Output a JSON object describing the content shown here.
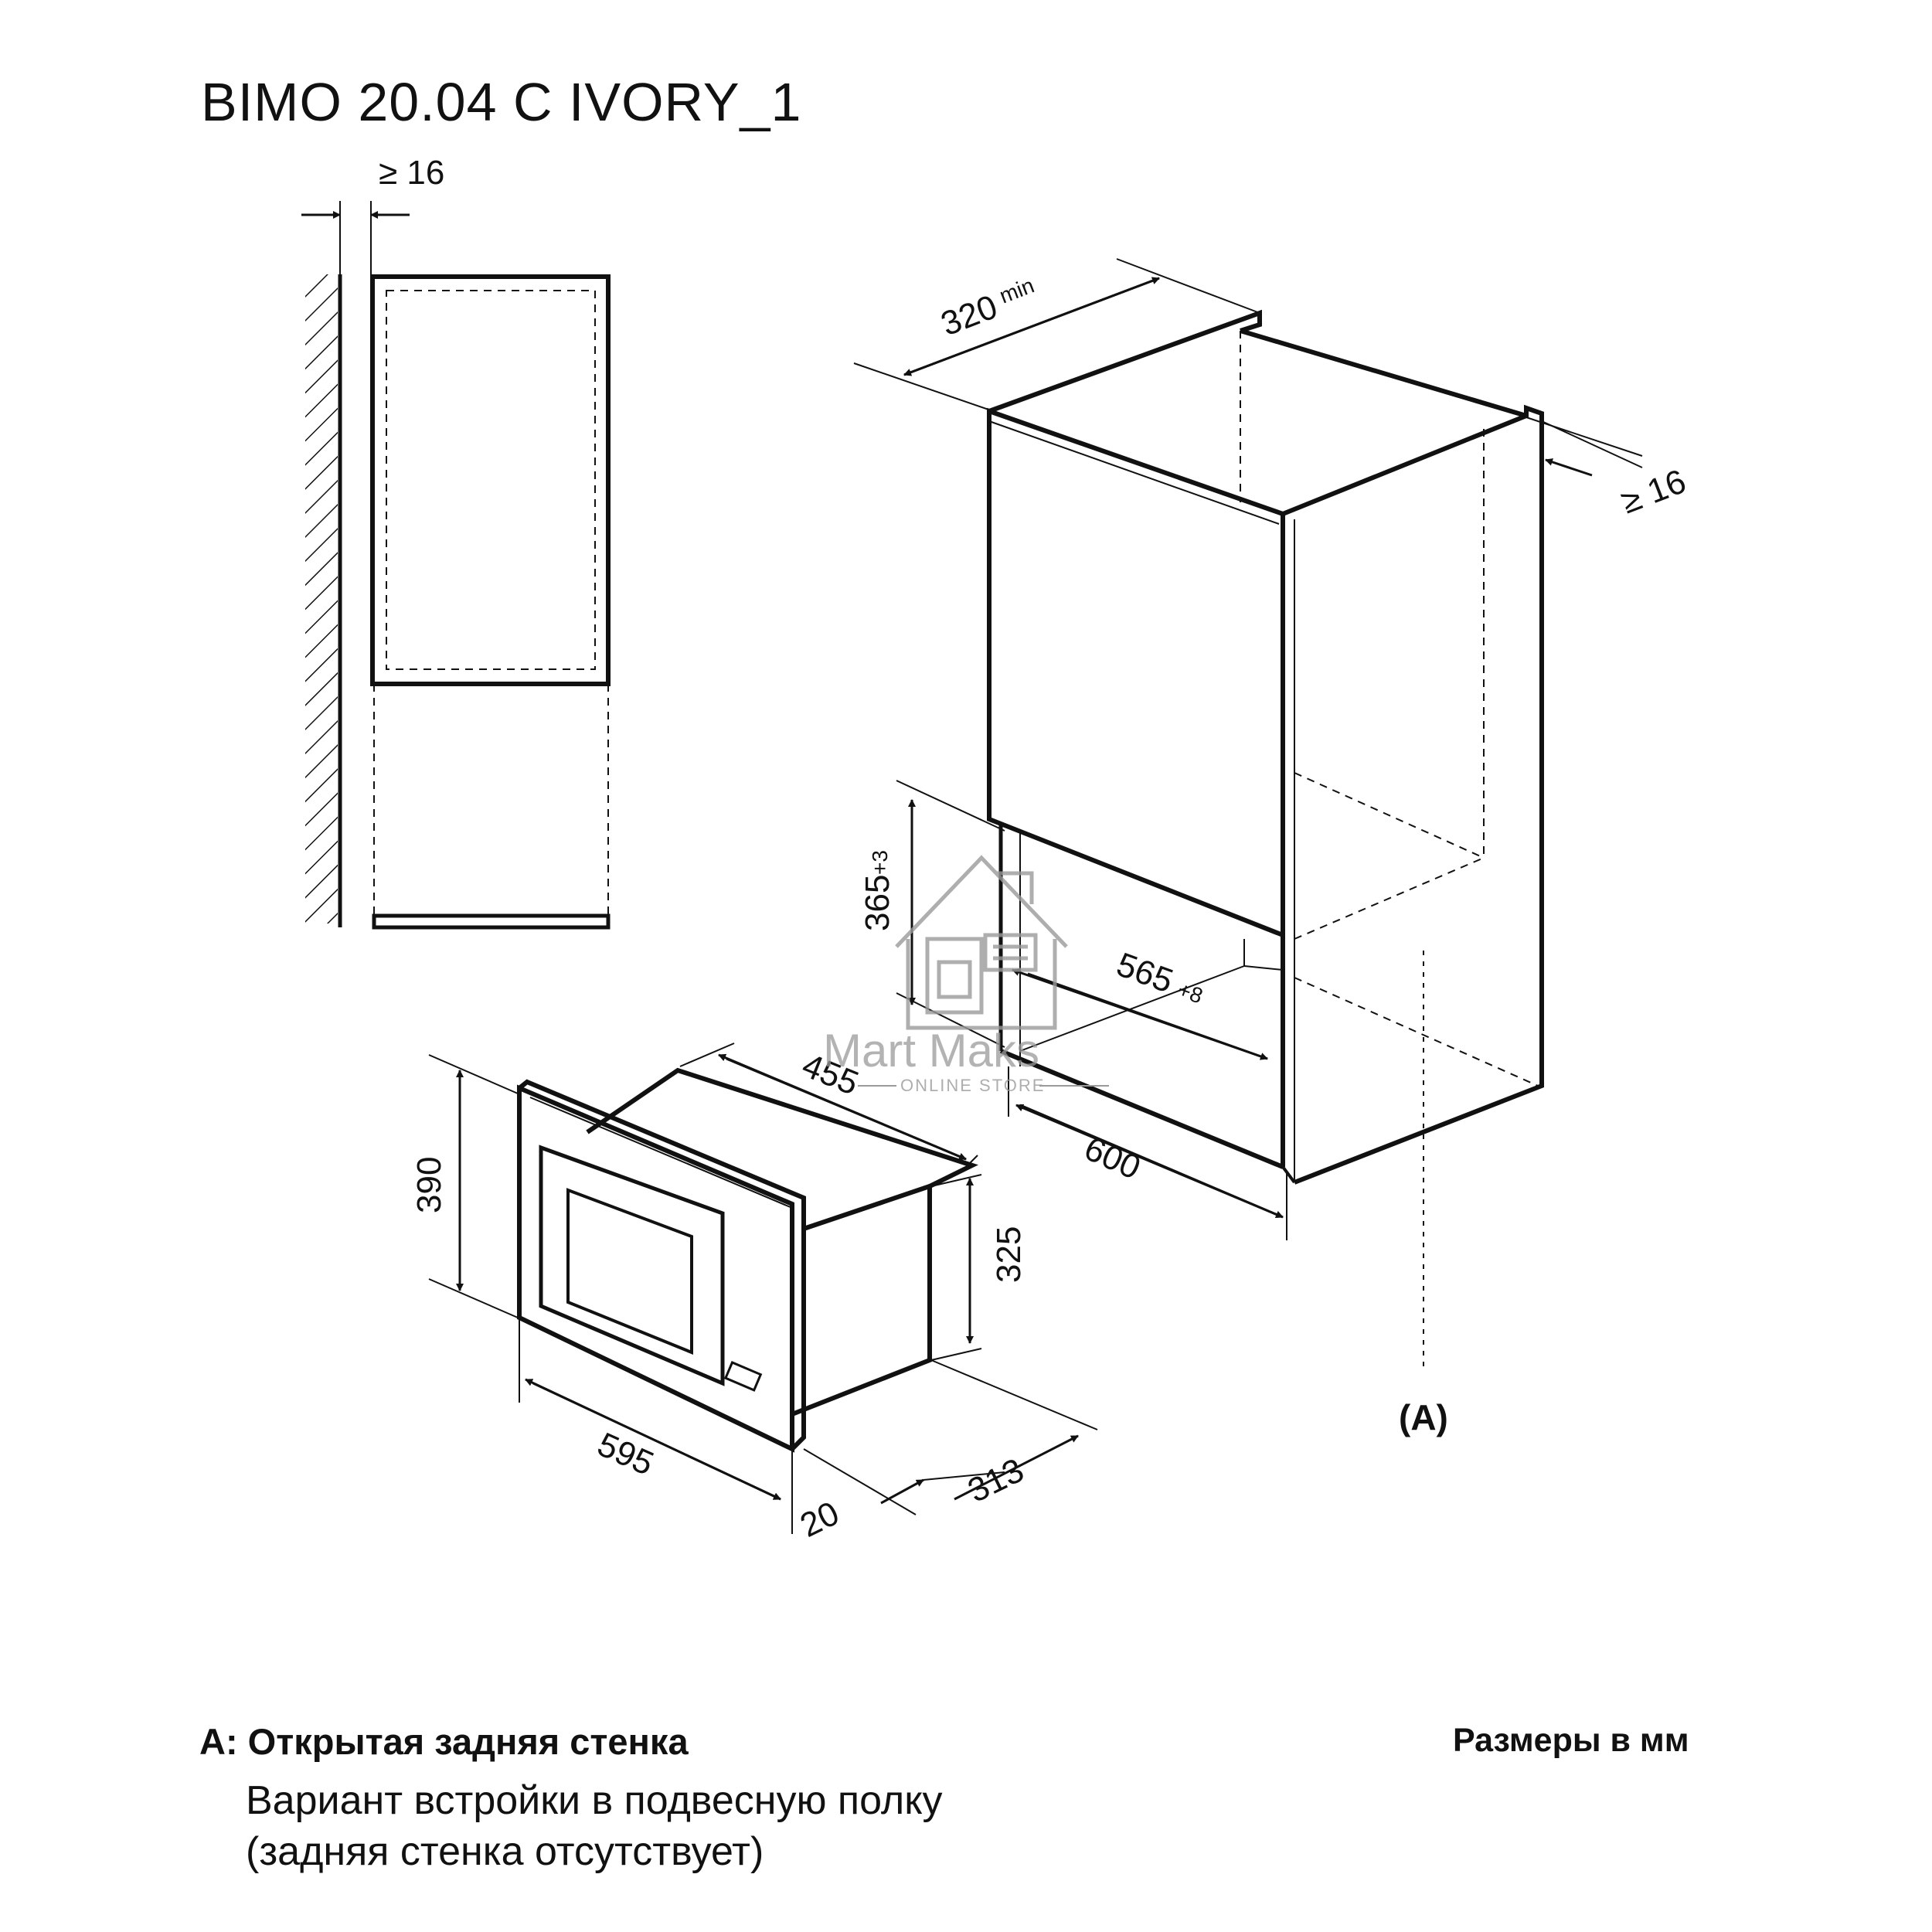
{
  "title": "BIMO 20.04 C IVORY_1",
  "dimensions": {
    "wall_gap": "≥ 16",
    "cabinet_depth": "320",
    "cabinet_depth_suffix": "min",
    "back_gap": "≥ 16",
    "niche_height": "365",
    "niche_height_tol": "+3",
    "niche_width": "565",
    "niche_width_tol": "+8",
    "cabinet_width": "600",
    "oven_depth": "455",
    "oven_front_height": "390",
    "oven_body_height": "325",
    "oven_front_width": "595",
    "oven_body_depth": "313",
    "oven_front_thickness": "20"
  },
  "marker_a": "(A)",
  "legend": {
    "a_label": "A: Открытая задняя стенка",
    "line1": "Вариант встройки в подвесную полку",
    "line2": "(задняя стенка отсутствует)"
  },
  "units_note": "Размеры в мм",
  "watermark": {
    "brand": "Mart Maks",
    "sub": "ONLINE STORE",
    "icon": "house-icon"
  }
}
